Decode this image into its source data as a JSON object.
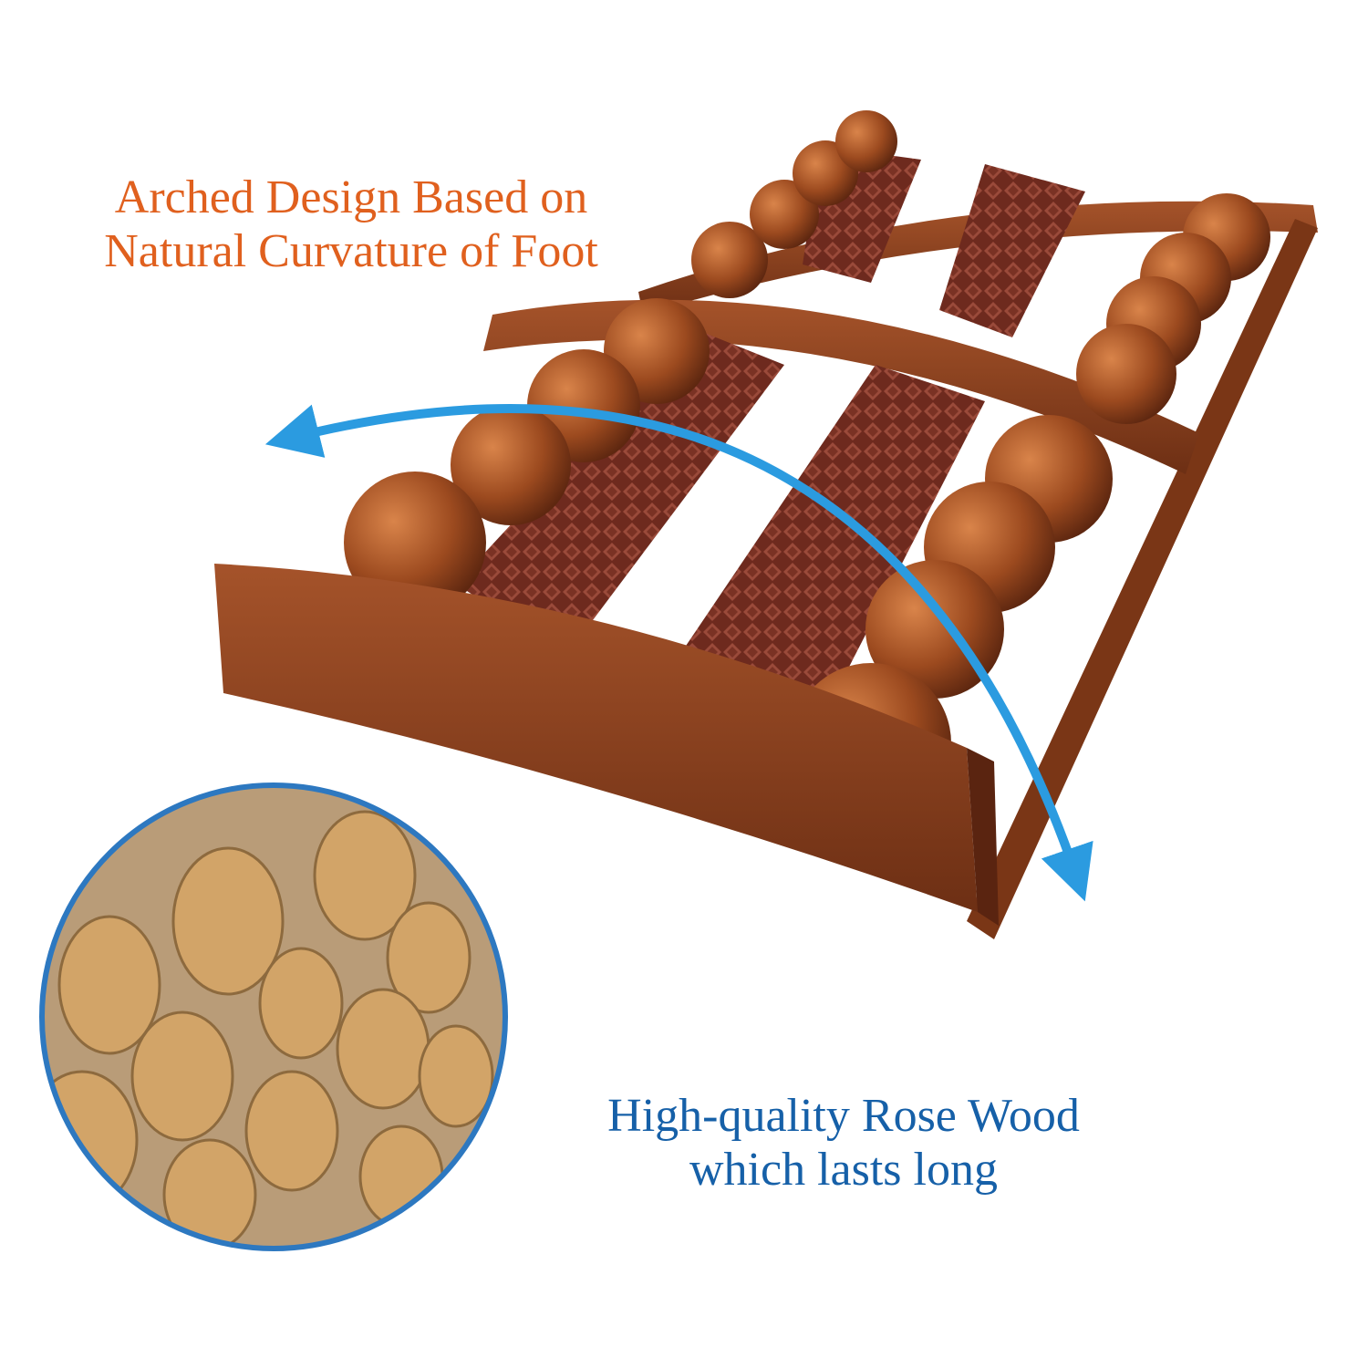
{
  "captions": {
    "top": {
      "line1": "Arched Design Based on",
      "line2": "Natural Curvature of Foot"
    },
    "bottom": {
      "line1": "High-quality Rose Wood",
      "line2": "which lasts long"
    }
  },
  "colors": {
    "top_caption": "#e0601e",
    "bottom_caption": "#1660a8",
    "arrow": "#2b9be0",
    "circle_border": "#2d78c0",
    "wood": "#8a3e1a",
    "wood_light": "#b5622e",
    "roller": "#7a2f20",
    "logs": "#c9a06a"
  },
  "images": {
    "product": "wooden-foot-massager",
    "inset": "rosewood-log-pile"
  }
}
